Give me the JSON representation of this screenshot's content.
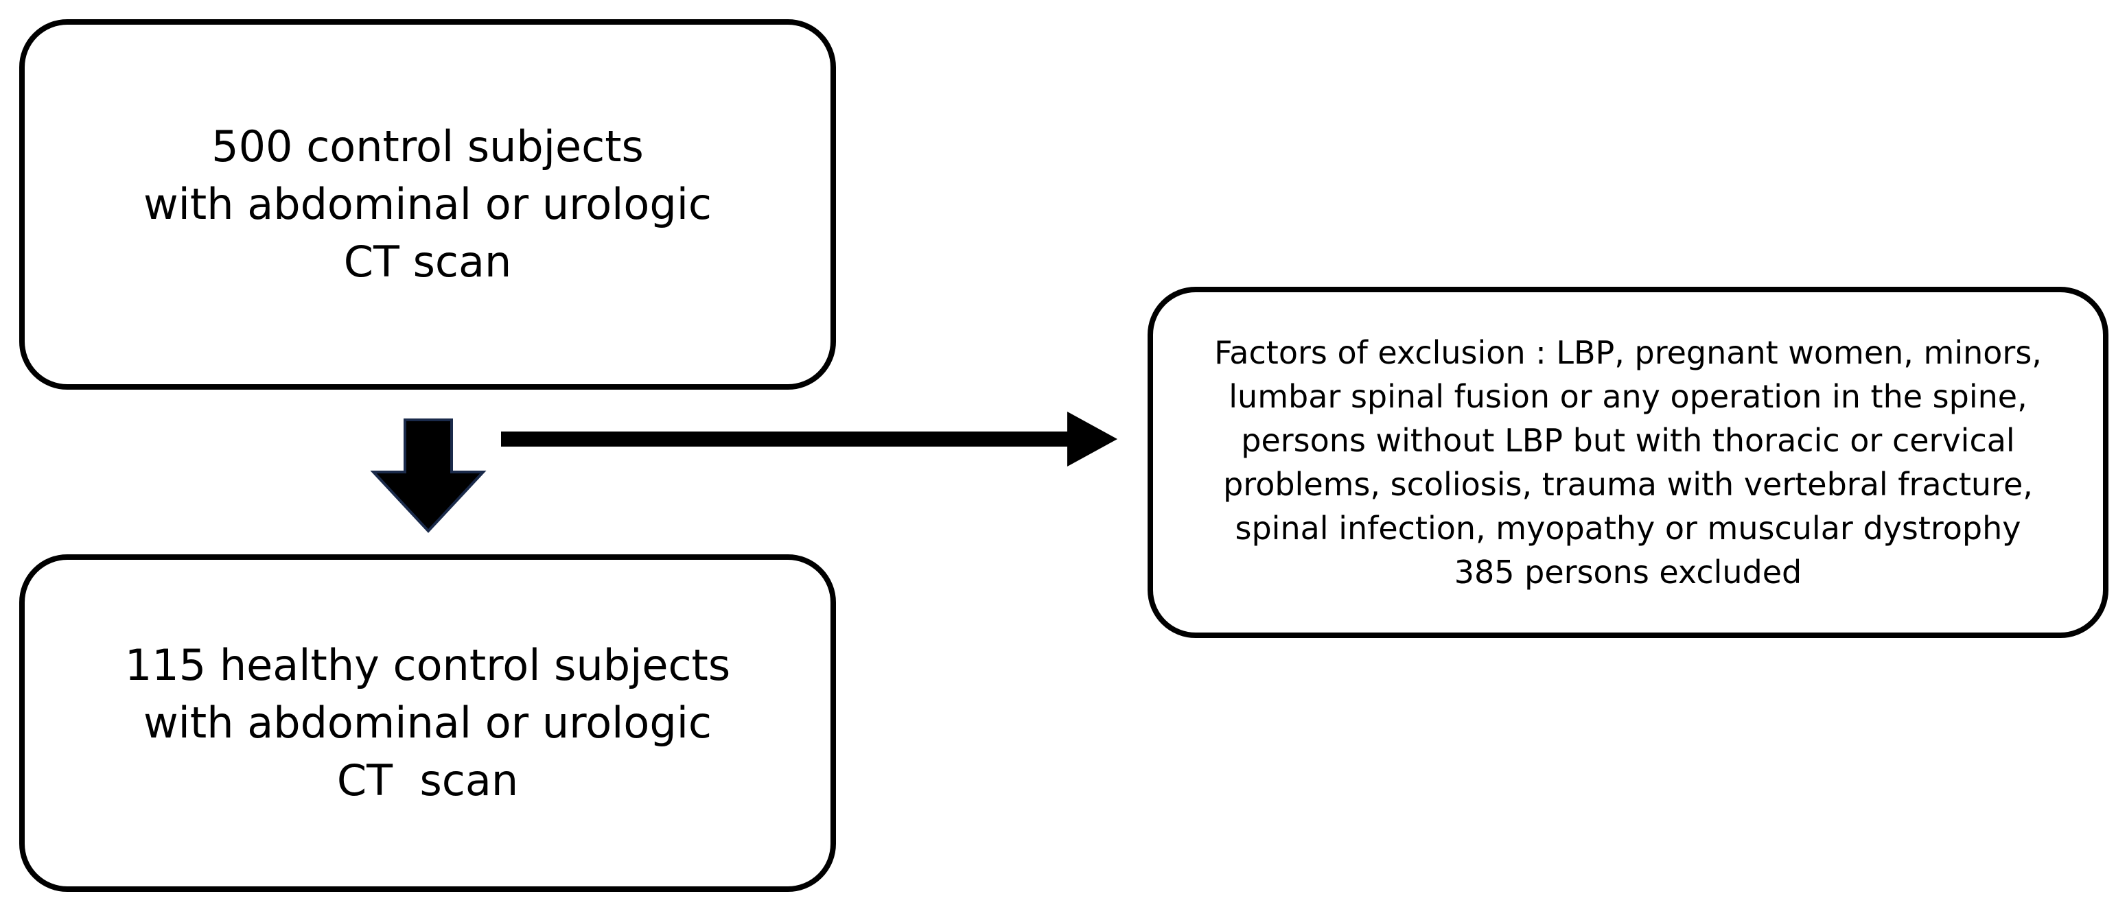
{
  "diagram": {
    "top_box": {
      "lines": [
        "500 control subjects",
        "with abdominal or urologic",
        "CT scan"
      ]
    },
    "bottom_box": {
      "lines": [
        "115 healthy control subjects",
        "with abdominal or urologic",
        "CT  scan"
      ]
    },
    "exclusion_box": {
      "lines": [
        "Factors of exclusion : LBP, pregnant women, minors,",
        "lumbar spinal fusion or any operation in the spine,",
        "persons without LBP but with thoracic or cervical",
        "problems, scoliosis, trauma with vertebral fracture,",
        "spinal infection, myopathy or muscular dystrophy",
        "385 persons excluded"
      ]
    },
    "colors": {
      "stroke": "#000000",
      "fill": "#ffffff"
    }
  }
}
